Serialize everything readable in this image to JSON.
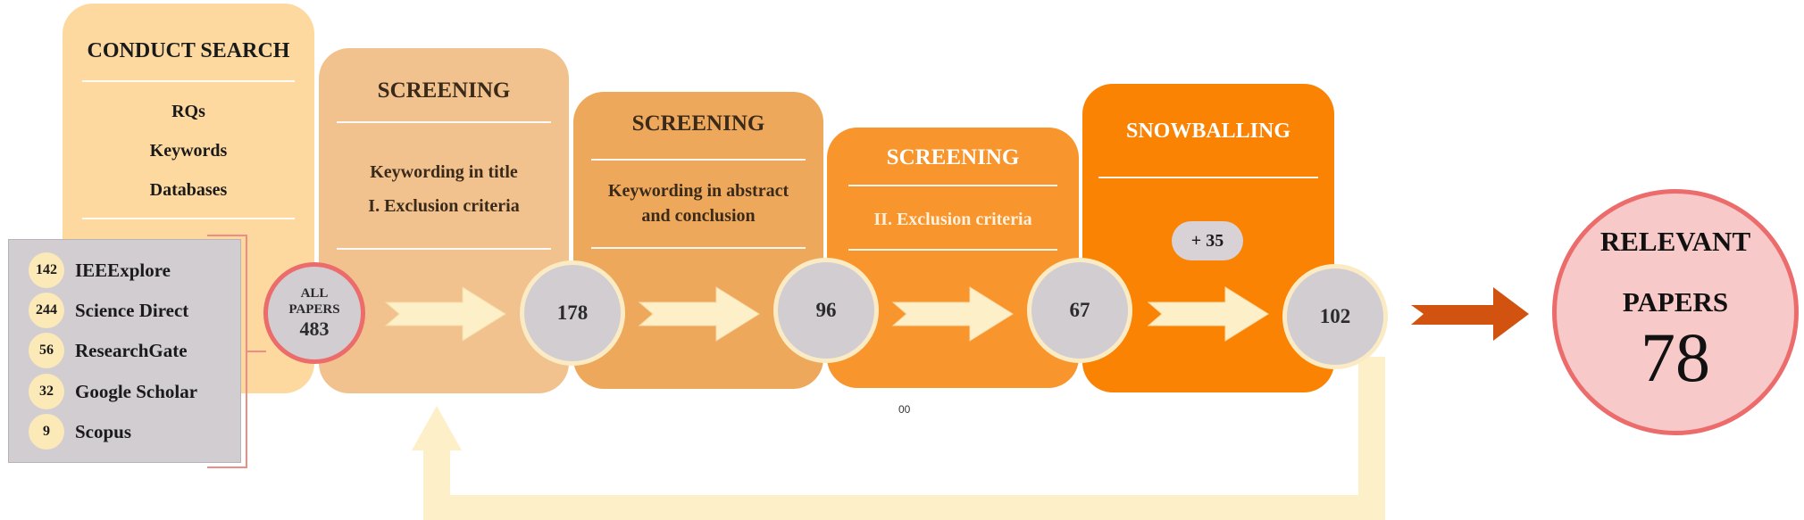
{
  "conduct": {
    "title": "CONDUCT SEARCH",
    "items": [
      "RQs",
      "Keywords",
      "Databases"
    ]
  },
  "sources": [
    {
      "count": "142",
      "name": "IEEExplore"
    },
    {
      "count": "244",
      "name": "Science Direct"
    },
    {
      "count": "56",
      "name": "ResearchGate"
    },
    {
      "count": "32",
      "name": "Google Scholar"
    },
    {
      "count": "9",
      "name": "Scopus"
    }
  ],
  "all_papers": {
    "line1": "ALL",
    "line2": "PAPERS",
    "count": "483"
  },
  "stages": [
    {
      "title": "SCREENING",
      "line1": "Keywording in title",
      "line2": "I. Exclusion criteria",
      "count": "178"
    },
    {
      "title": "SCREENING",
      "line1": "Keywording in abstract",
      "line2": "and conclusion",
      "count": "96"
    },
    {
      "title": "SCREENING",
      "line1": "II. Exclusion criteria",
      "count": "67"
    },
    {
      "title": "SNOWBALLING",
      "extra": "+ 35",
      "count": "102"
    }
  ],
  "stray_label": "00",
  "relevant": {
    "line1": "RELEVANT",
    "line2": "PAPERS",
    "count": "78"
  },
  "colors": {
    "conduct": "#fdd9a0",
    "screening1": "#f2c28e",
    "screening2": "#eea85c",
    "screening3": "#f8952c",
    "snowballing": "#fa8304",
    "count_circle": "#d2cdd1",
    "arrow_light": "#fdefc8",
    "arrow_dark": "#d2520f",
    "relevant_fill": "#f7c9c9",
    "relevant_border": "#ec6b6b"
  }
}
